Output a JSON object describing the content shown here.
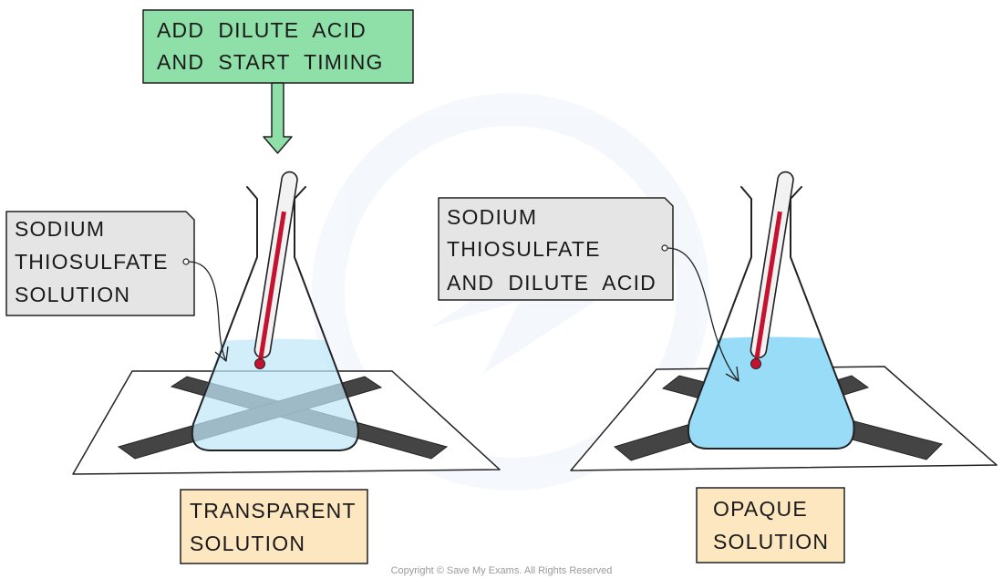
{
  "instruction": {
    "lines": [
      "ADD  DILUTE  ACID",
      "AND  START  TIMING"
    ],
    "color": "#8fe0a8"
  },
  "left_setup": {
    "callout_lines": [
      "SODIUM",
      "THIOSULFATE",
      "SOLUTION"
    ],
    "result_lines": [
      "TRANSPARENT",
      "SOLUTION"
    ],
    "liquid_color": "#bfe8f8"
  },
  "right_setup": {
    "callout_lines": [
      "SODIUM",
      "THIOSULFATE",
      "AND  DILUTE  ACID"
    ],
    "result_lines": [
      "OPAQUE",
      "SOLUTION"
    ],
    "liquid_color": "#98dcf7"
  },
  "colors": {
    "callout_fill": "#e5e5e5",
    "result_fill": "#fde7c0",
    "cross": "#444444",
    "thermometer_liquid": "#c4122f"
  },
  "icons": [
    "arrow-down-icon",
    "cross-marker-icon",
    "thermometer-icon",
    "conical-flask-icon"
  ],
  "copyright": "Copyright © Save My Exams. All Rights Reserved"
}
